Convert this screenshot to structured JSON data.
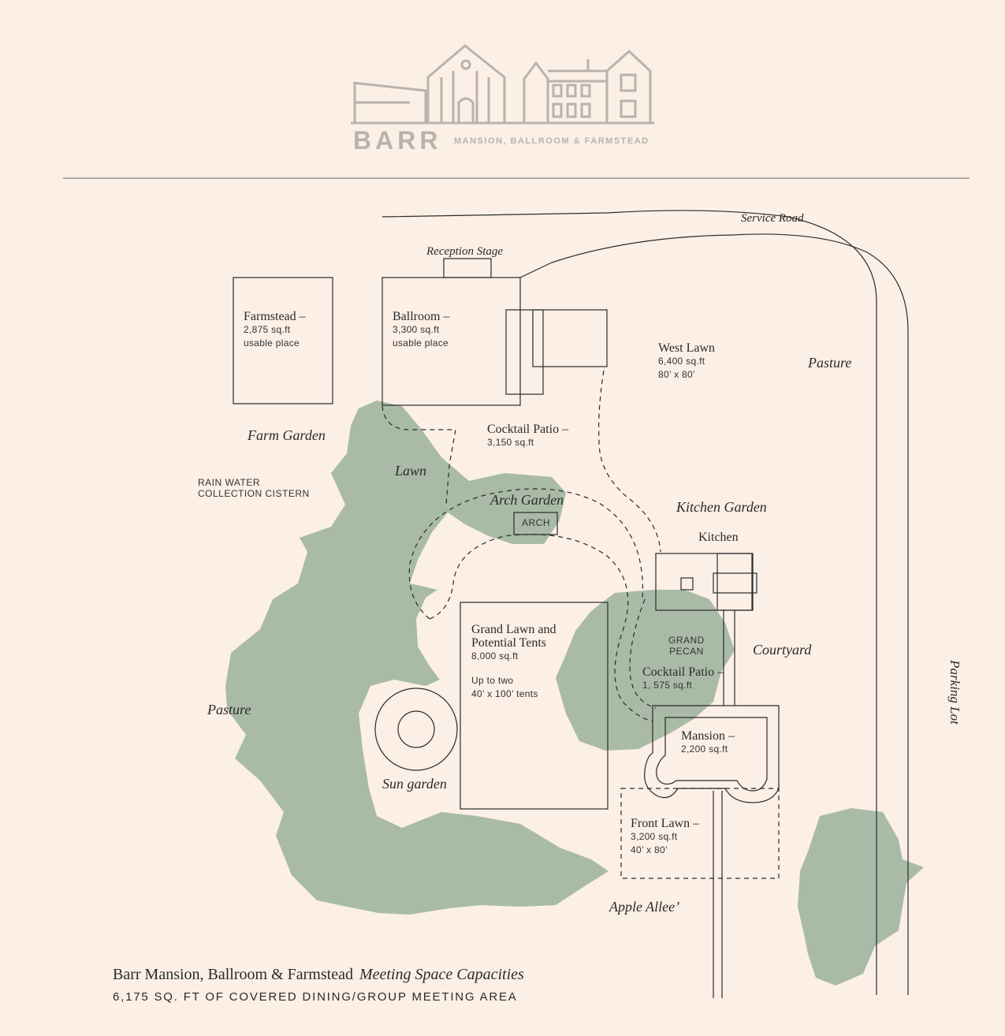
{
  "header": {
    "brand": "BARR",
    "tagline": "MANSION, BALLROOM & FARMSTEAD"
  },
  "colors": {
    "background": "#fbefe6",
    "greenery": "#a9bba6",
    "line": "#2b2b2b",
    "logo": "#b9b3ac"
  },
  "labels": {
    "service_road": "Service Road",
    "reception_stage": "Reception Stage",
    "pasture_right": "Pasture",
    "pasture_left": "Pasture",
    "farm_garden": "Farm Garden",
    "lawn": "Lawn",
    "arch_garden": "Arch Garden",
    "arch": "ARCH",
    "kitchen_garden": "Kitchen Garden",
    "kitchen": "Kitchen",
    "courtyard": "Courtyard",
    "grand_pecan": "GRAND\nPECAN",
    "rain_water": "RAIN WATER\nCOLLECTION CISTERN",
    "sun_garden": "Sun garden",
    "apple_allee": "Apple Allee’",
    "parking_lot": "Parking Lot"
  },
  "spaces": {
    "farmstead": {
      "name": "Farmstead –",
      "size": "2,875 sq.ft",
      "note": "usable place"
    },
    "ballroom": {
      "name": "Ballroom –",
      "size": "3,300 sq.ft",
      "note": "usable place"
    },
    "west_lawn": {
      "name": "West Lawn",
      "size": "6,400 sq.ft",
      "note": "80’ x 80’"
    },
    "cocktail_patio_1": {
      "name": "Cocktail Patio –",
      "size": "3,150 sq.ft"
    },
    "grand_lawn": {
      "name1": "Grand Lawn and",
      "name2": "Potential Tents",
      "size": "8,000 sq.ft",
      "note1": "Up to two",
      "note2": "40’ x 100’ tents"
    },
    "cocktail_patio_2": {
      "name": "Cocktail Patio –",
      "size": "1, 575 sq.ft"
    },
    "mansion": {
      "name": "Mansion –",
      "size": "2,200 sq.ft"
    },
    "front_lawn": {
      "name": "Front Lawn –",
      "size": "3,200 sq.ft",
      "note": "40’ x 80’"
    }
  },
  "footer": {
    "title": "Barr Mansion, Ballroom & Farmstead",
    "subtitle": "Meeting Space Capacities",
    "line2": "6,175 SQ. FT OF COVERED DINING/GROUP MEETING AREA"
  }
}
